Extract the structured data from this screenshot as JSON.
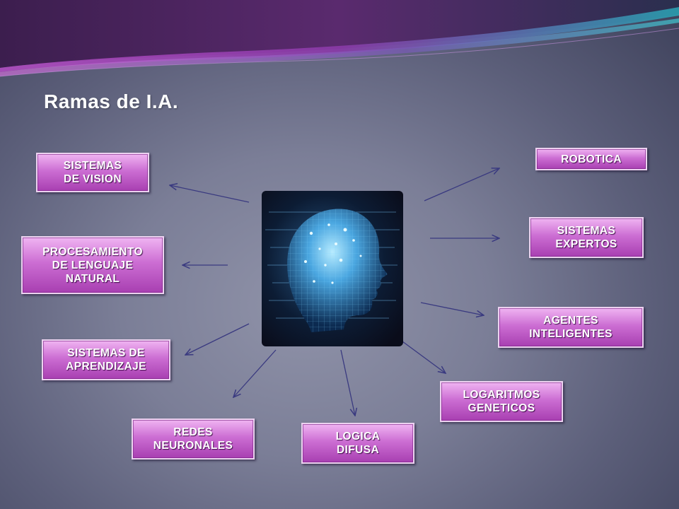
{
  "title": "Ramas de I.A.",
  "colors": {
    "node_top": "#f0b4f2",
    "node_bottom": "#a83fb1",
    "arrow": "#3a3a80"
  },
  "center_image": {
    "icon": "digital-head-icon"
  },
  "branches": [
    {
      "id": "vision",
      "label": "SISTEMAS\nDE VISION"
    },
    {
      "id": "nlp",
      "label": "PROCESAMIENTO\nDE LENGUAJE\nNATURAL"
    },
    {
      "id": "learning",
      "label": "SISTEMAS DE\nAPRENDIZAJE"
    },
    {
      "id": "neural",
      "label": "REDES\nNEURONALES"
    },
    {
      "id": "fuzzy",
      "label": "LOGICA\nDIFUSA"
    },
    {
      "id": "genetic",
      "label": "LOGARITMOS\nGENETICOS"
    },
    {
      "id": "agents",
      "label": "AGENTES\nINTELIGENTES"
    },
    {
      "id": "experts",
      "label": "SISTEMAS\nEXPERTOS"
    },
    {
      "id": "robotics",
      "label": "ROBOTICA"
    }
  ]
}
